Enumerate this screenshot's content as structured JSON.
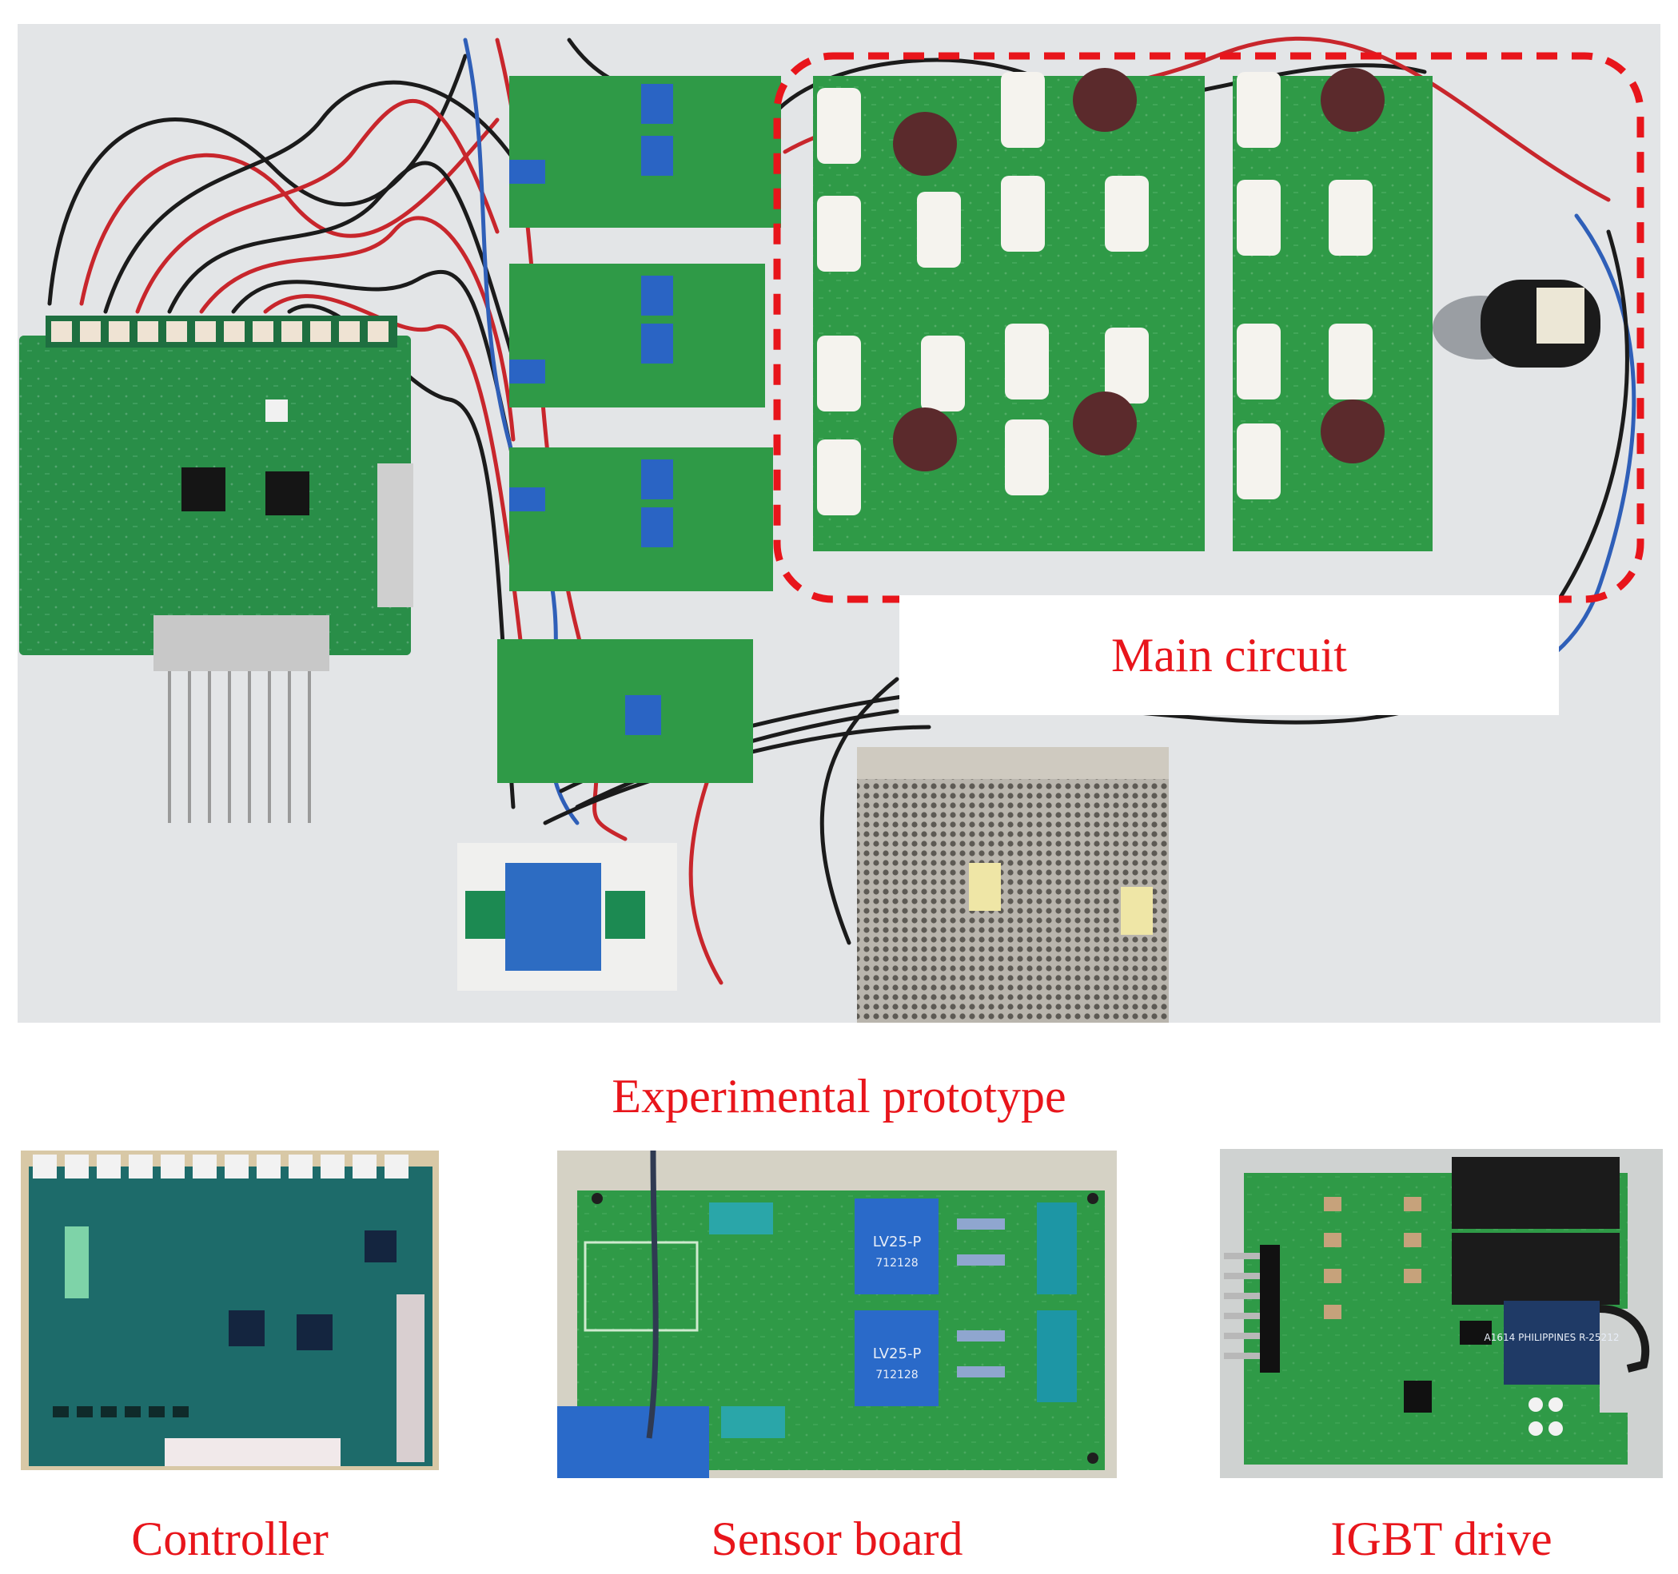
{
  "labels": {
    "main_circuit": "Main circuit",
    "experimental_prototype": "Experimental prototype",
    "controller": "Controller",
    "sensor_board": "Sensor board",
    "igbt_drive": "IGBT drive"
  },
  "component_markings": {
    "sensor_module_1": "LV25-P",
    "sensor_module_2": "LV25-P",
    "sensor_code": "712128",
    "igbt_driver_chip": "A1614 PHILIPPINES R-25212"
  },
  "colors": {
    "caption_red": "#e8151b",
    "pcb_green": "#2f9a47",
    "controller_teal": "#1d6b6a",
    "wall": "#e7e9ea"
  },
  "icons": [
    "main-circuit-highlight-outline"
  ]
}
